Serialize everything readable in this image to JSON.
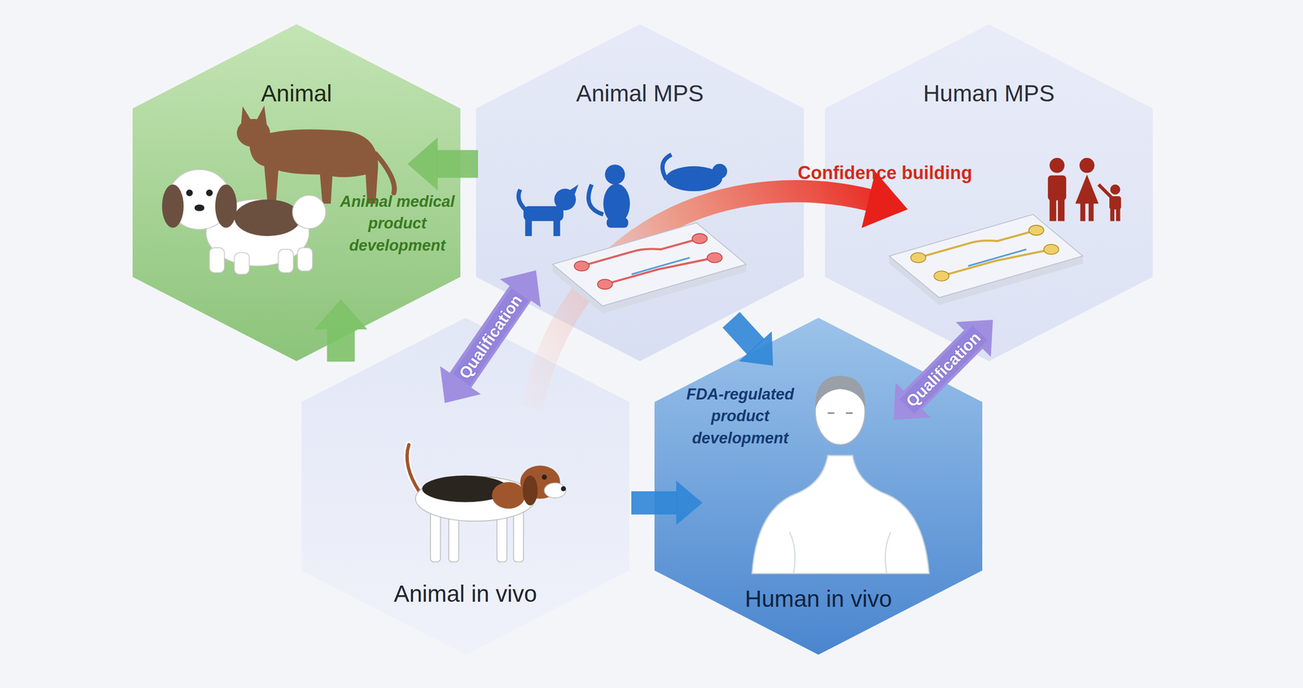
{
  "diagram": {
    "nodes": [
      {
        "text": [
          "Animal",
          "Animal medical product development"
        ]
      },
      {
        "text": [
          "Animal MPS"
        ]
      },
      {
        "text": [
          "Human MPS"
        ]
      },
      {
        "text": [
          "Animal in vivo"
        ]
      },
      {
        "text": [
          "Human in vivo",
          "FDA-regulated product development"
        ]
      }
    ],
    "edges": [
      {
        "from": 1,
        "to": 0,
        "arrow": "to"
      },
      {
        "from": 3,
        "to": 0,
        "arrow": "to"
      },
      {
        "from": 1,
        "to": 3,
        "label": "Qualification",
        "arrow": "both"
      },
      {
        "from": 3,
        "to": 2,
        "label": "Confidence building",
        "arrow": "to"
      },
      {
        "from": 1,
        "to": 4,
        "arrow": "to"
      },
      {
        "from": 3,
        "to": 4,
        "arrow": "to"
      },
      {
        "from": 2,
        "to": 4,
        "label": "Qualification",
        "arrow": "both"
      }
    ]
  }
}
